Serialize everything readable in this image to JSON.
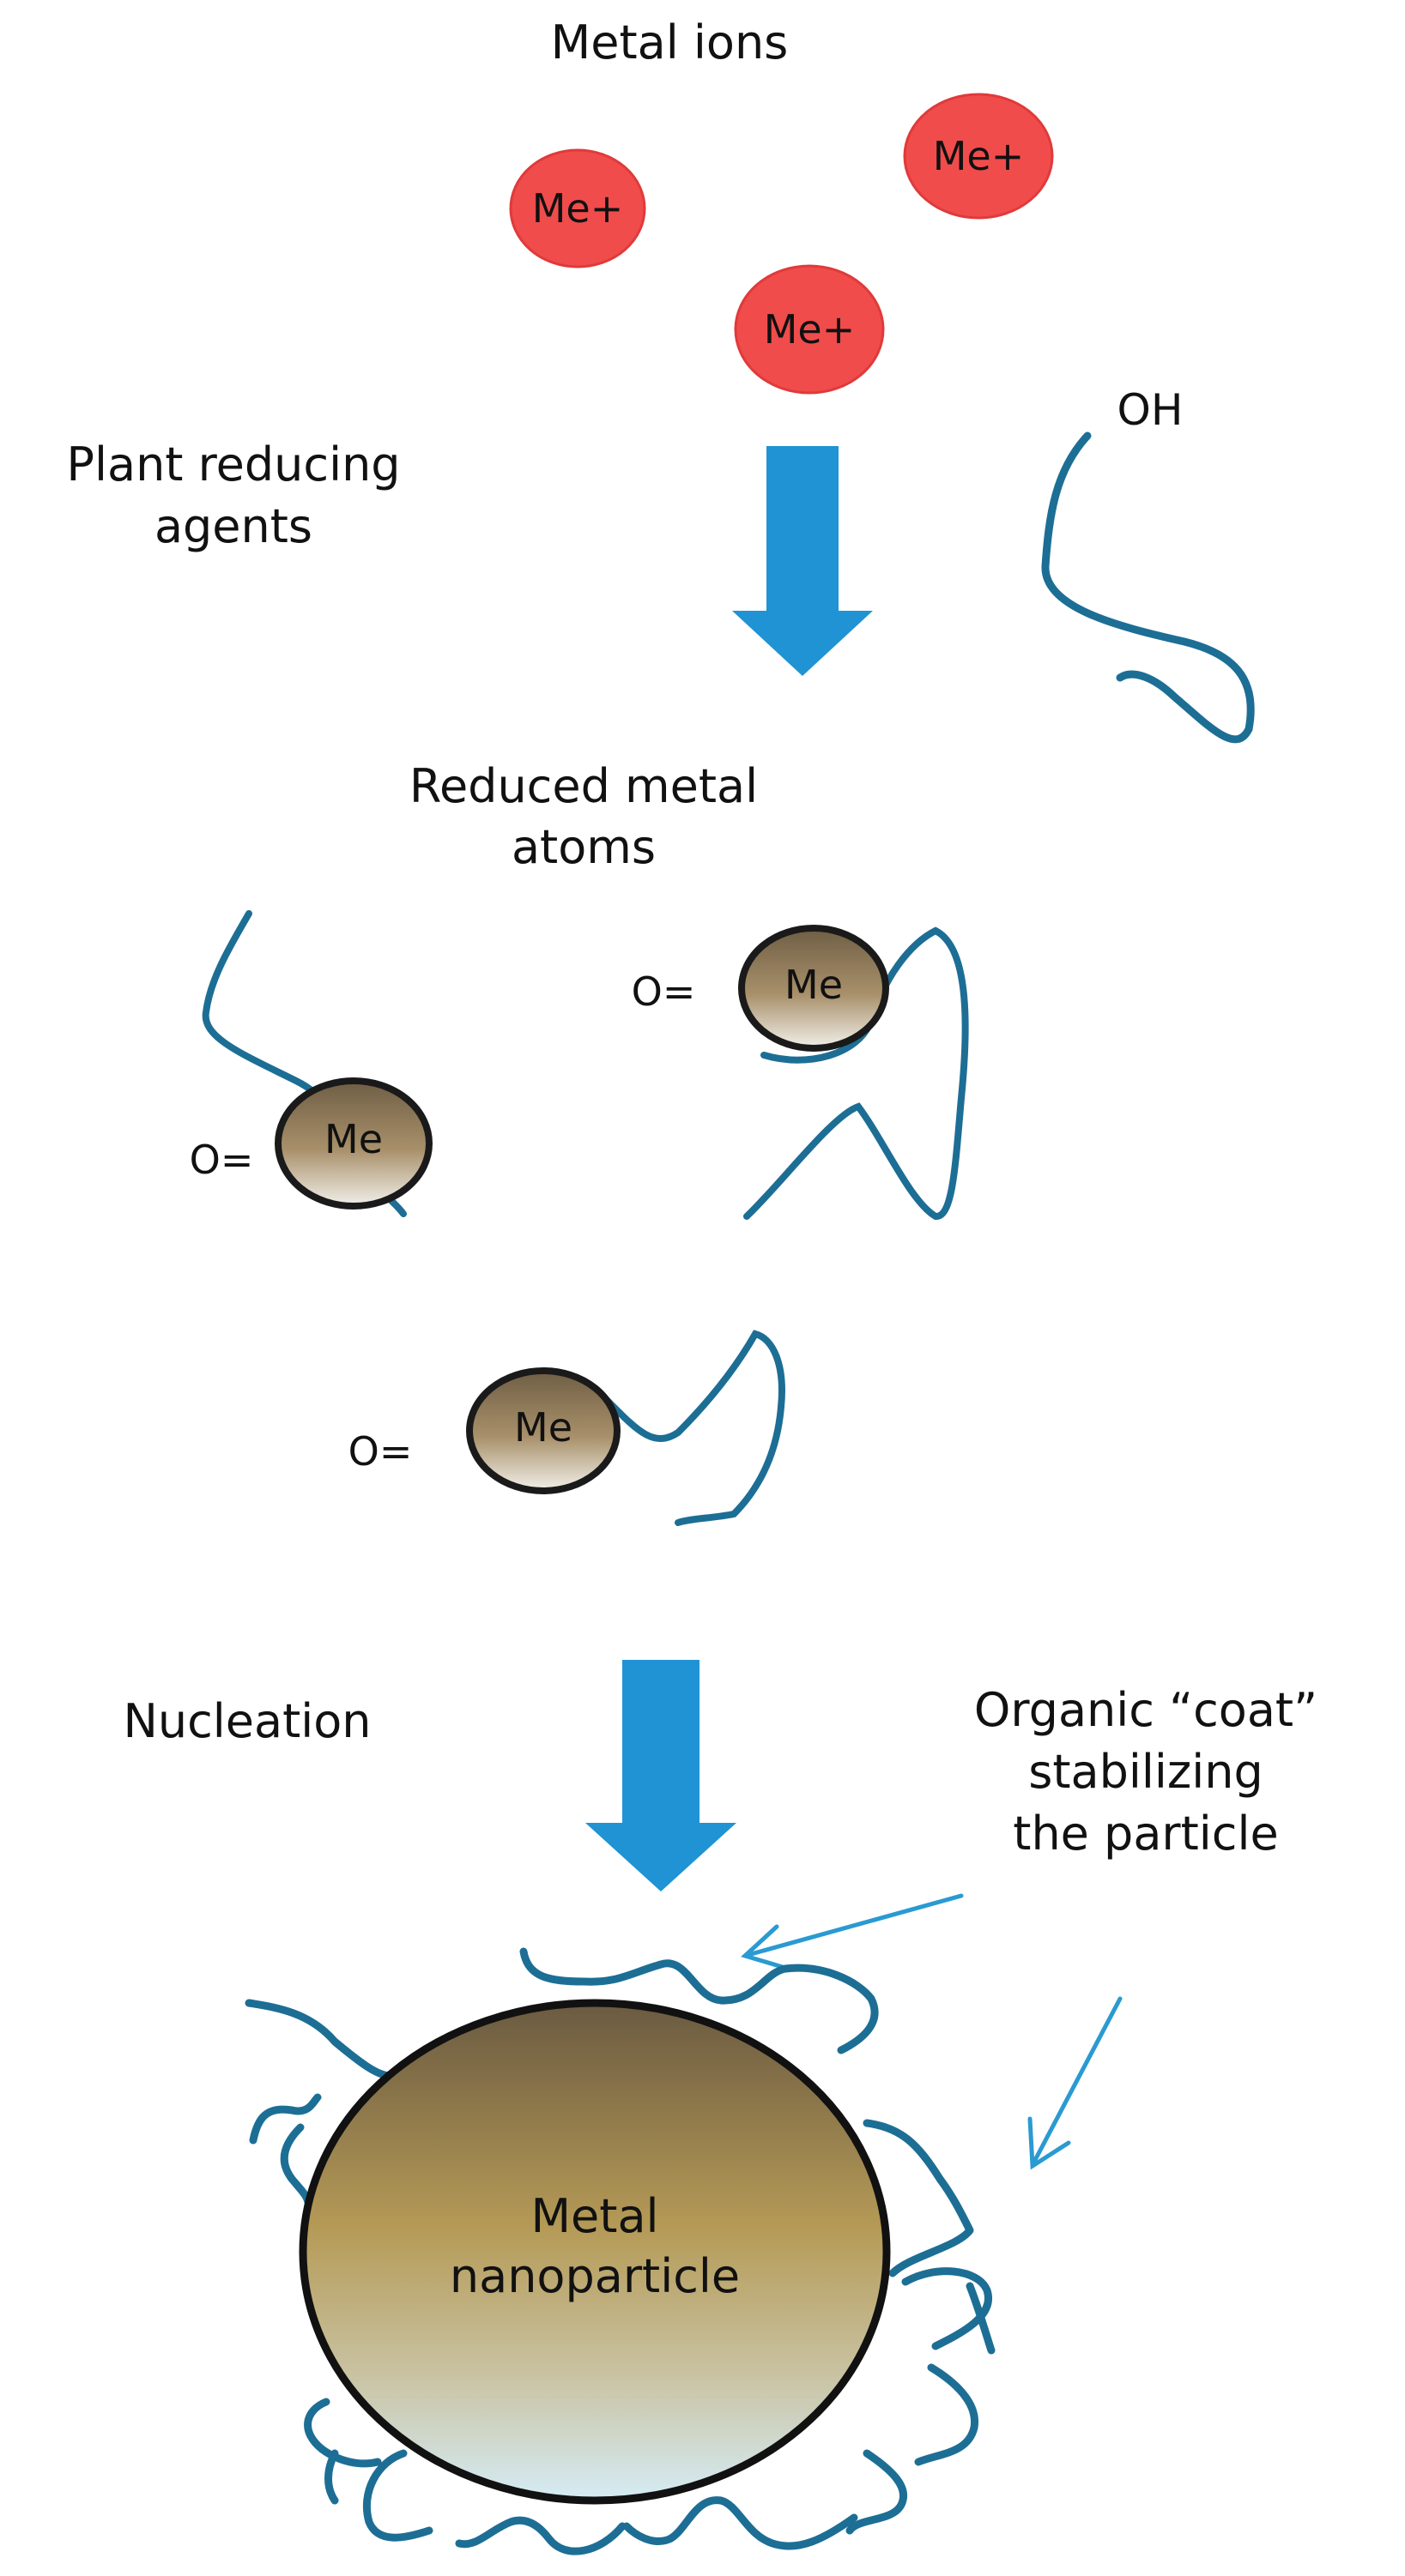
{
  "labels": {
    "metal_ions": "Metal ions",
    "plant_reducing": "Plant reducing",
    "agents": "agents",
    "oh": "OH",
    "reduced_metal": "Reduced metal",
    "atoms": "atoms",
    "nucleation": "Nucleation",
    "organic_coat": "Organic “coat”",
    "stabilizing": "stabilizing",
    "the_particle": "the particle",
    "np_line1": "Metal",
    "np_line2": "nanoparticle"
  },
  "ions": [
    "Me+",
    "Me+",
    "Me+"
  ],
  "atoms": [
    {
      "symbol": "Me",
      "bond": "O="
    },
    {
      "symbol": "Me",
      "bond": "O="
    },
    {
      "symbol": "Me",
      "bond": "O="
    }
  ],
  "colors": {
    "ion_fill": "#f04c4c",
    "ion_stroke": "#e03a3a",
    "arrow": "#1f93d4",
    "chain": "#1d6e95",
    "pointer": "#2a9ad2",
    "particle_top": "#6a5a41",
    "particle_mid": "#b59a56",
    "particle_bottom": "#d6ecf5"
  }
}
